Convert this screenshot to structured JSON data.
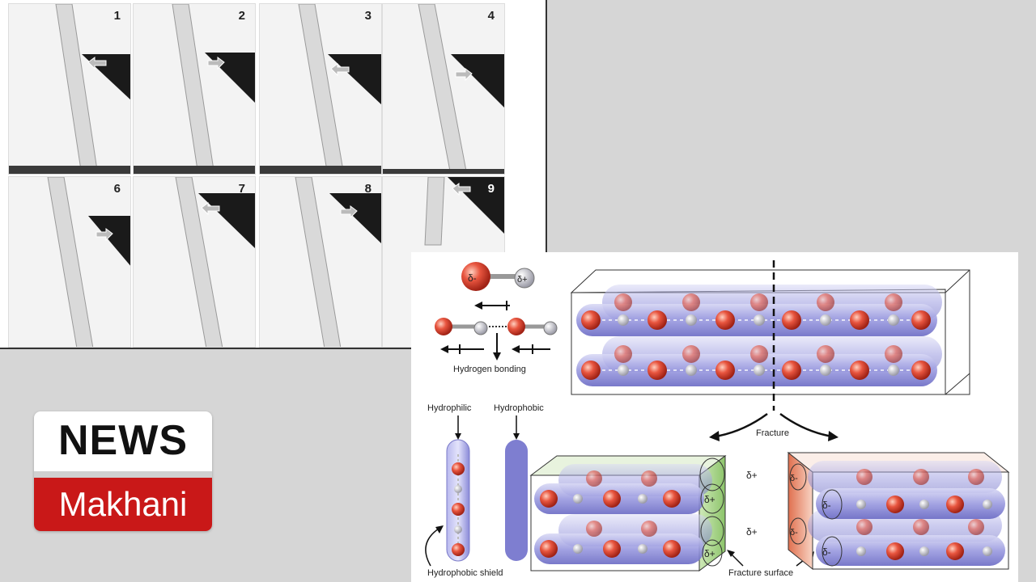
{
  "frames": [
    {
      "label": "1",
      "arrow": "left"
    },
    {
      "label": "2",
      "arrow": "right"
    },
    {
      "label": "3",
      "arrow": "left"
    },
    {
      "label": "4",
      "arrow": "right"
    },
    {
      "label": "6",
      "arrow": "right"
    },
    {
      "label": "7",
      "arrow": "left"
    },
    {
      "label": "8",
      "arrow": "right"
    },
    {
      "label": "9",
      "arrow": "left"
    }
  ],
  "diagram": {
    "delta_minus": "δ-",
    "delta_plus": "δ+",
    "hydrogen_bonding": "Hydrogen bonding",
    "hydrophilic": "Hydrophilic",
    "hydrophobic": "Hydrophobic",
    "hydrophobic_shield": "Hydrophobic shield",
    "fracture": "Fracture",
    "fracture_surface": "Fracture surface"
  },
  "logo": {
    "top_text": "NEWS",
    "bottom_text": "Makhani"
  },
  "colors": {
    "brand_red": "#c91818",
    "atom_red": "#e0453a",
    "rod_blue": "#8a8ad8",
    "green_face": "#9ccc7a",
    "red_face": "#e88a6c"
  }
}
